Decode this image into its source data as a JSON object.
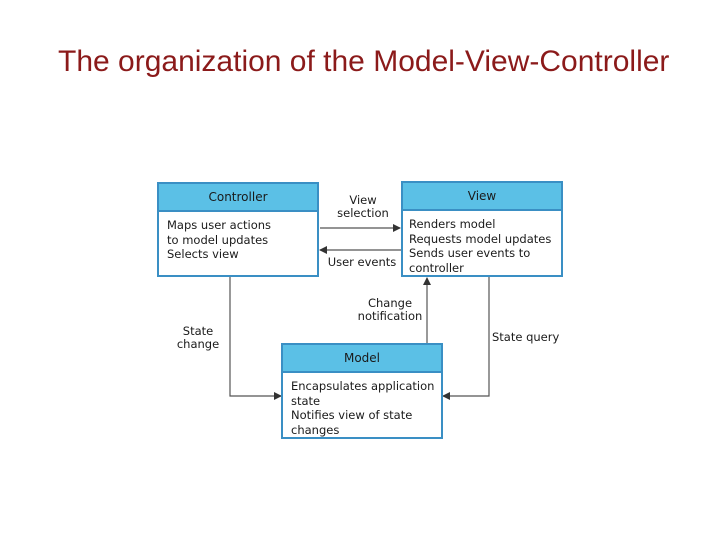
{
  "title": "The organization of the Model-View-Controller",
  "controller": {
    "header": "Controller",
    "lines": [
      "Maps user actions",
      "to model updates",
      "Selects view"
    ]
  },
  "view": {
    "header": "View",
    "lines": [
      "Renders model",
      "Requests model updates",
      "Sends user events to",
      "controller"
    ]
  },
  "model": {
    "header": "Model",
    "lines": [
      "Encapsulates application",
      "state",
      "Notifies view of state",
      "changes"
    ]
  },
  "labels": {
    "view_selection": [
      "View",
      "selection"
    ],
    "user_events": "User events",
    "change_notification": [
      "Change",
      "notification"
    ],
    "state_change": [
      "State",
      "change"
    ],
    "state_query": "State query"
  },
  "colors": {
    "title": "#8b1a1a",
    "box_header": "#5bc0e6",
    "box_border": "#3a8fc4"
  }
}
